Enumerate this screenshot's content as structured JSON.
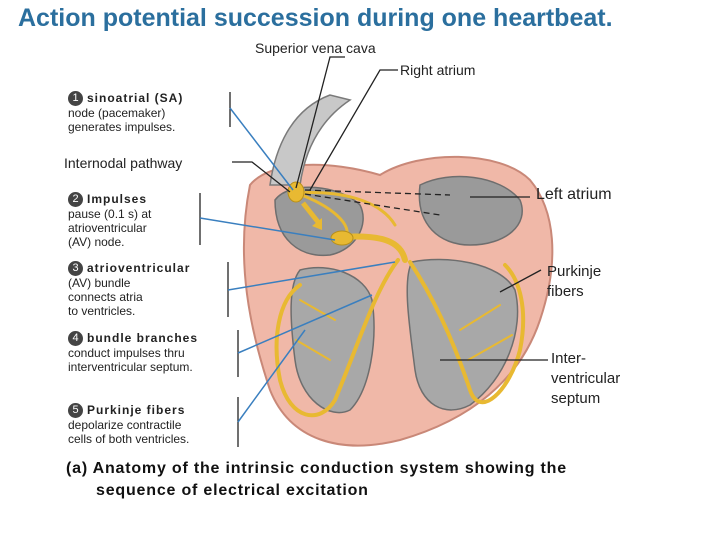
{
  "title": "Action potential succession during one heartbeat.",
  "labels": {
    "svc": "Superior vena cava",
    "right_atrium": "Right atrium",
    "internodal": "Internodal pathway",
    "left_atrium": "Left atrium",
    "purkinje": [
      "Purkinje",
      "fibers"
    ],
    "septum": [
      "Inter-",
      "ventricular",
      "septum"
    ]
  },
  "steps": [
    {
      "num": "1",
      "head": "sinoatrial (SA)",
      "body": [
        "node (pacemaker)",
        "generates impulses."
      ]
    },
    {
      "num": "2",
      "head": "Impulses",
      "body": [
        "pause (0.1 s) at",
        "atrioventricular",
        "(AV) node."
      ]
    },
    {
      "num": "3",
      "head": "atrioventricular",
      "body": [
        "(AV) bundle",
        "connects atria",
        "to ventricles."
      ]
    },
    {
      "num": "4",
      "head": "bundle branches",
      "body": [
        "conduct impulses thru",
        "interventricular septum."
      ]
    },
    {
      "num": "5",
      "head": "Purkinje fibers",
      "body": [
        "depolarize contractile",
        "cells of both ventricles."
      ]
    }
  ],
  "caption": [
    "(a) Anatomy of the intrinsic conduction system showing the",
    "sequence of electrical excitation"
  ],
  "colors": {
    "title": "#2b6f9e",
    "conduction": "#e8b932",
    "pointer": "#3a7fbf",
    "muscle": "#f0b8a8",
    "chamber": "#9a9a9a"
  }
}
